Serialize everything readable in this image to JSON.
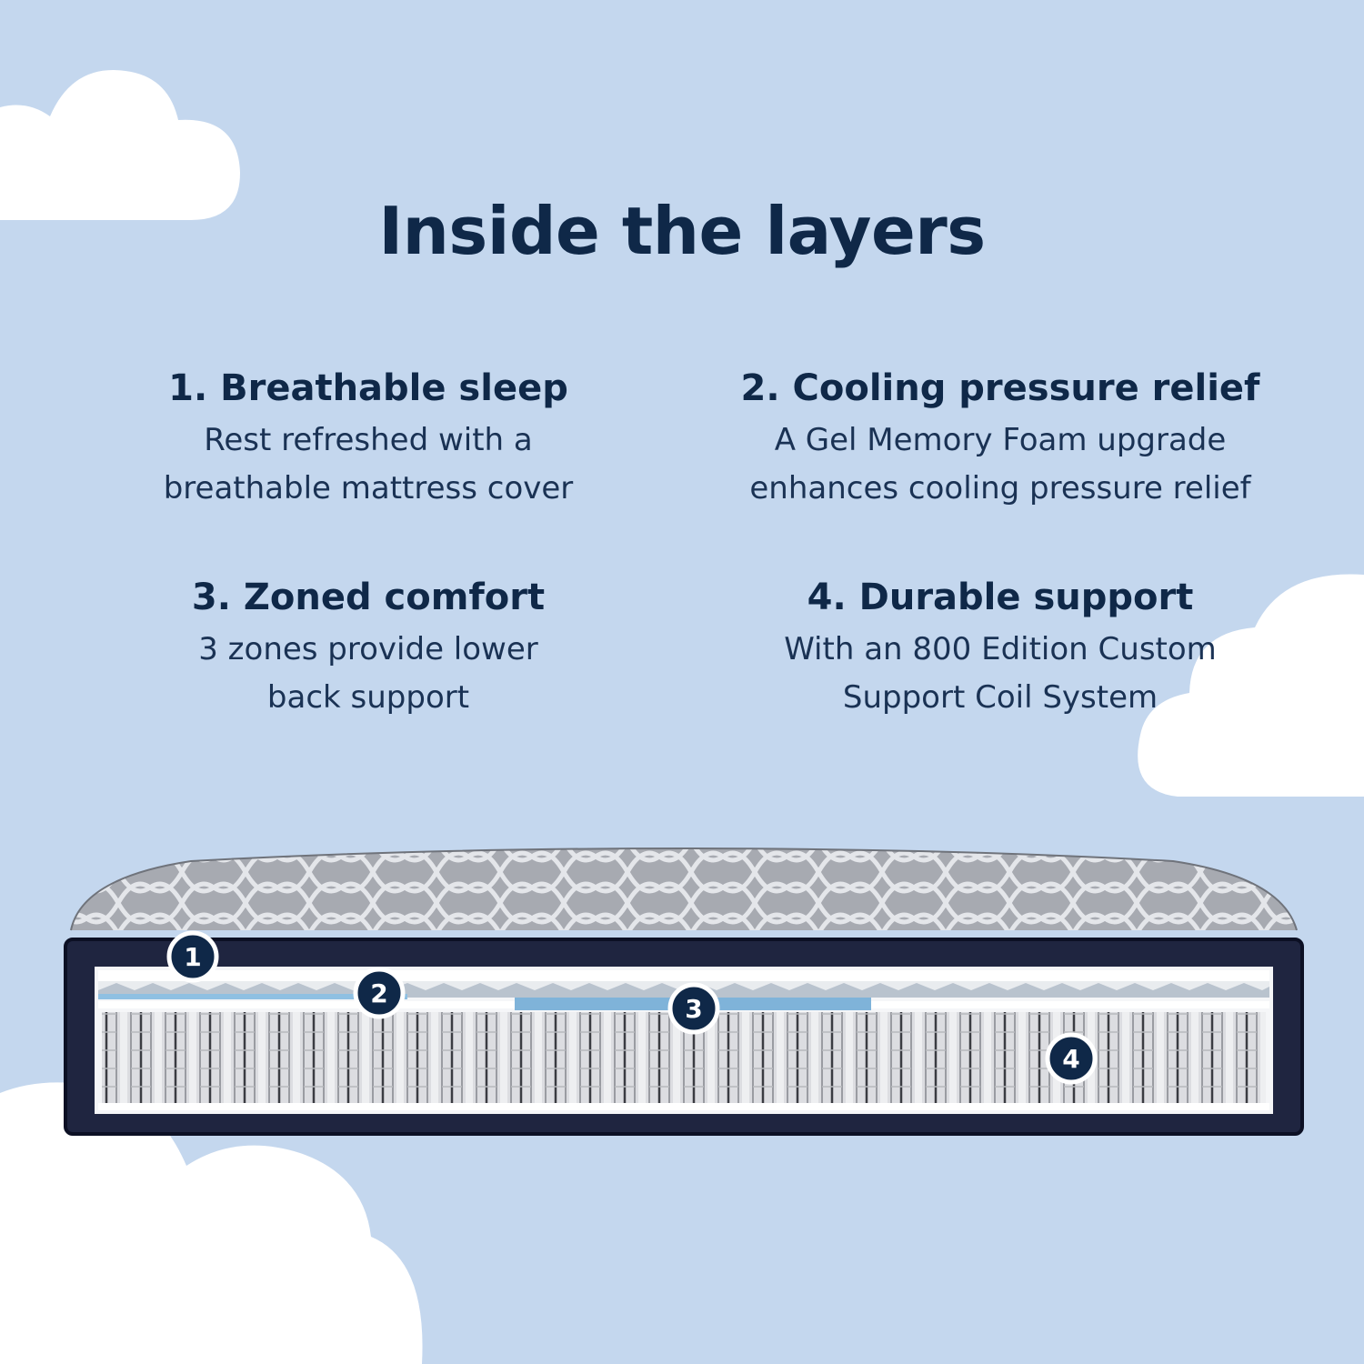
{
  "heading": "Inside the layers",
  "features": [
    {
      "number": "1.",
      "title": "Breathable sleep",
      "lines": [
        "Rest refreshed with a",
        "breathable mattress cover"
      ]
    },
    {
      "number": "2.",
      "title": "Cooling pressure relief",
      "lines": [
        "A Gel Memory Foam upgrade",
        "enhances cooling pressure relief"
      ]
    },
    {
      "number": "3.",
      "title": "Zoned comfort",
      "lines": [
        "3 zones provide lower",
        "back support"
      ]
    },
    {
      "number": "4.",
      "title": "Durable support",
      "lines": [
        "With an 800 Edition Custom",
        "Support Coil System"
      ]
    }
  ],
  "layer_markers": [
    "1",
    "2",
    "3",
    "4"
  ],
  "colors": {
    "background": "#c4d7ee",
    "navy": "#0f2848",
    "gel_blue": "#7fb3d9",
    "cloud": "#ffffff"
  }
}
